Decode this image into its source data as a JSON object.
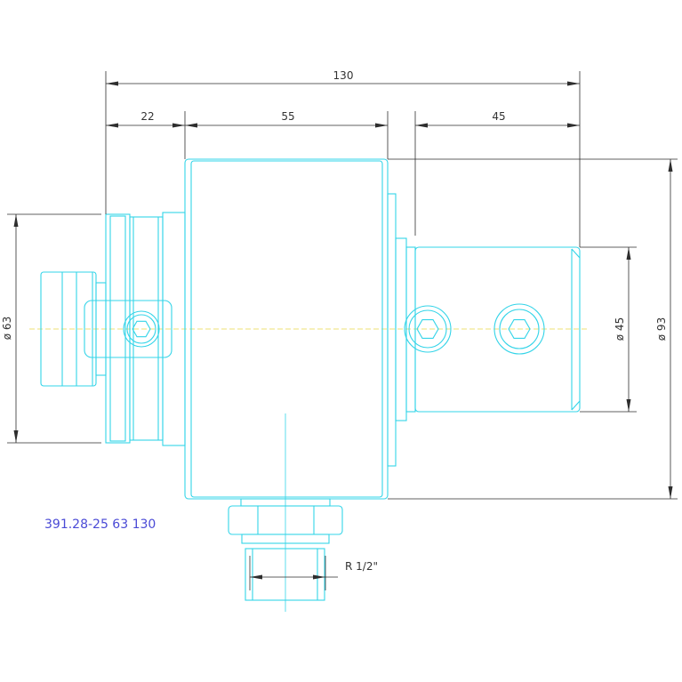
{
  "colors": {
    "outline": "#33d4e8",
    "dimension": "#2e2e2e",
    "centerline": "#e8d84a",
    "part_number": "#4a4ad6"
  },
  "dimensions": {
    "total_length": "130",
    "left_length": "22",
    "middle_length": "55",
    "right_length": "45",
    "dia_left": "ø 63",
    "dia_right_small": "ø 45",
    "dia_body": "ø 93",
    "thread": "R 1/2\""
  },
  "part_number": "391.28-25 63 130"
}
